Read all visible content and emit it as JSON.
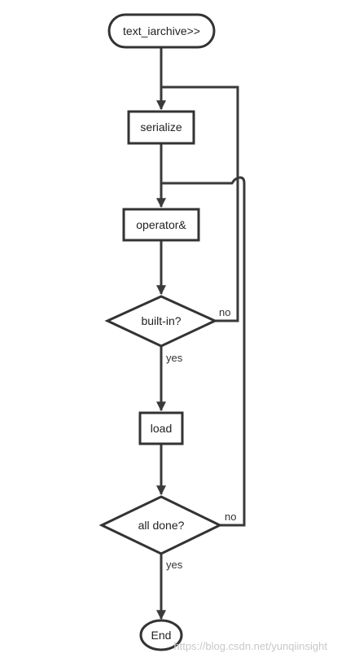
{
  "nodes": {
    "start": "text_iarchive>>",
    "serialize": "serialize",
    "operator": "operator&",
    "builtin": "built-in?",
    "load": "load",
    "alldone": "all done?",
    "end": "End"
  },
  "edges": {
    "builtin_no": "no",
    "builtin_yes": "yes",
    "alldone_no": "no",
    "alldone_yes": "yes"
  },
  "watermark": "https://blog.csdn.net/yunqiinsight",
  "colors": {
    "stroke": "#333333",
    "background": "#ffffff",
    "watermark": "#c8c8c8"
  }
}
